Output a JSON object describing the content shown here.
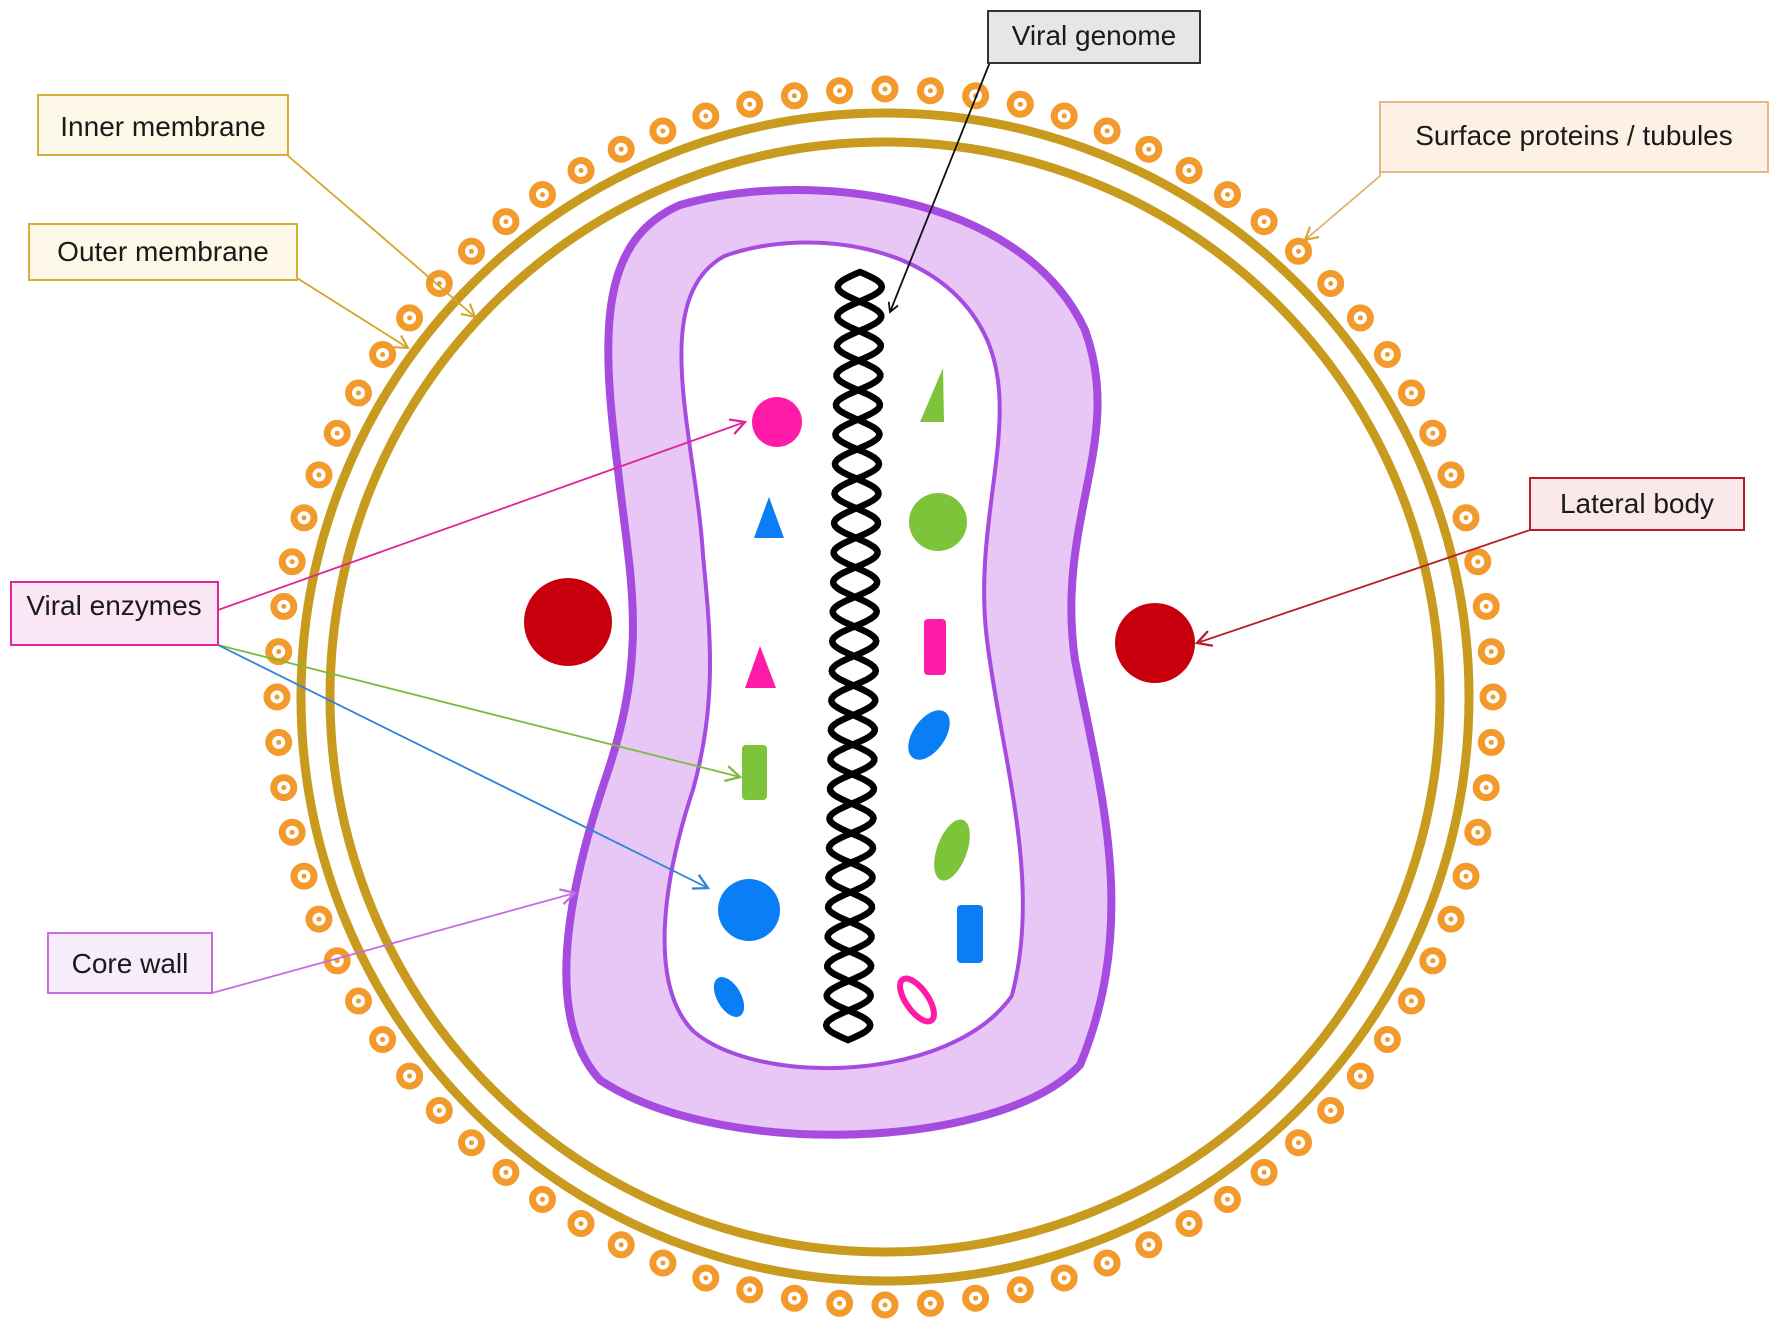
{
  "labels": {
    "viral_genome": "Viral genome",
    "inner_membrane": "Inner membrane",
    "outer_membrane": "Outer membrane",
    "surface_proteins": "Surface proteins / tubules",
    "lateral_body": "Lateral body",
    "viral_enzymes": "Viral enzymes",
    "core_wall": "Core wall"
  },
  "colors": {
    "membrane": "#c89a1e",
    "surface_protein": "#f29a2c",
    "core_wall_fill": "#e8c6f5",
    "core_wall_stroke": "#a64bdf",
    "lateral_body": "#c8000e",
    "genome": "#000000",
    "enzyme_magenta": "#ff1aa8",
    "enzyme_green": "#7dc43a",
    "enzyme_blue": "#0a7ff5",
    "label_genome_bg": "#e6e6e6",
    "label_membrane_bg": "#fdf8e8",
    "label_surface_bg": "#fdf1e6",
    "label_lateral_bg": "#fbe8ea",
    "label_enzymes_bg": "#fbe6f6",
    "label_core_bg": "#f6ecfb"
  }
}
